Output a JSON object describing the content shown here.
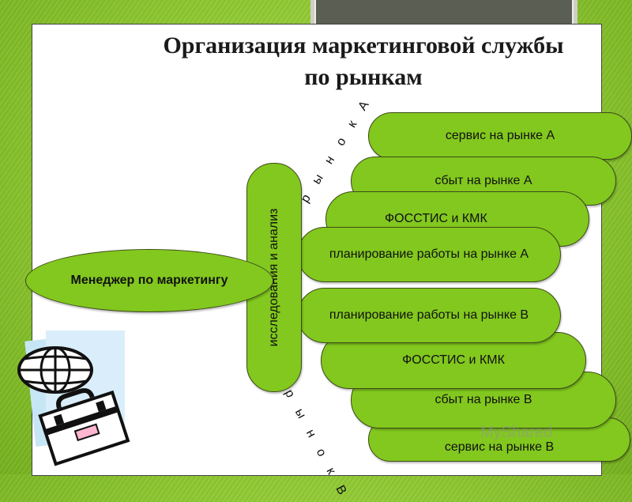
{
  "title": {
    "line1": "Организация маркетинговой службы",
    "line2": "по рынкам"
  },
  "manager": {
    "label": "Менеджер по маркетингу"
  },
  "research": {
    "label": "исследования и анализ"
  },
  "market_a": {
    "label": "р ы н о к  А",
    "items": [
      "сервис на рынке А",
      "сбыт на рынке А",
      "ФОССТИС и КМК",
      "планирование работы на рынке А"
    ]
  },
  "market_b": {
    "label": "р ы н о к  В",
    "items": [
      "планирование работы на рынке В",
      "ФОССТИС и КМК",
      "сбыт на рынке В",
      "сервис на рынке В"
    ]
  },
  "watermark": "MyShared",
  "colors": {
    "pill_fill": "#82c81e",
    "outline": "#3d4a1a",
    "background": "#8cc630",
    "panel": "#ffffff"
  },
  "icons": [
    "globe-icon",
    "briefcase-icon"
  ]
}
